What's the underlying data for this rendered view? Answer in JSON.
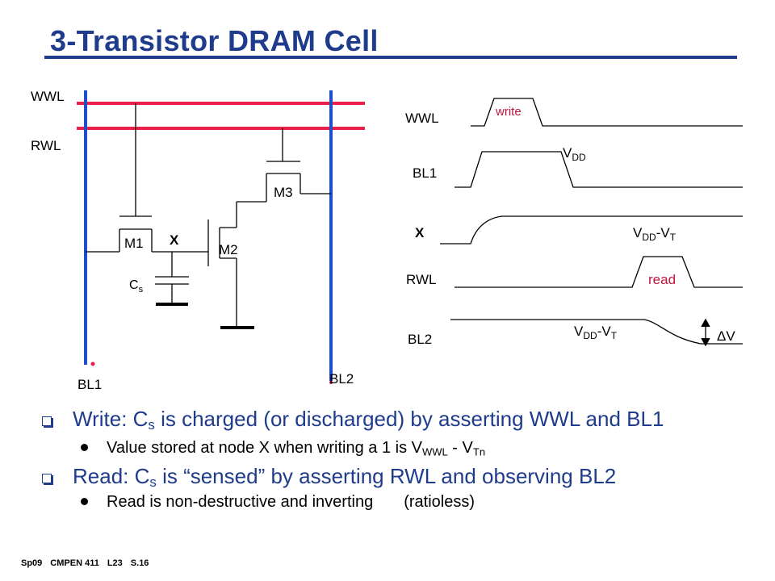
{
  "title": "3-Transistor DRAM Cell",
  "schematic": {
    "wwl": "WWL",
    "rwl": "RWL",
    "bl1": "BL1",
    "bl2": "BL2",
    "m1": "M1",
    "m2": "M2",
    "m3": "M3",
    "node_x": "X",
    "cs_main": "C",
    "cs_sub": "s"
  },
  "timing": {
    "wwl": "WWL",
    "bl1": "BL1",
    "x": "X",
    "rwl": "RWL",
    "bl2": "BL2",
    "write": "write",
    "read": "read",
    "vdd_main": "V",
    "vdd_sub": "DD",
    "vddvt_a_v1": "V",
    "vddvt_a_s1": "DD",
    "vddvt_a_mid": "-V",
    "vddvt_a_s2": "T",
    "vddvt_b_v1": "V",
    "vddvt_b_s1": "DD",
    "vddvt_b_mid": "-V",
    "vddvt_b_s2": "T",
    "delta_v": "ΔV"
  },
  "colors": {
    "title": "#1f3b8c",
    "bitline": "#1f4fc8",
    "wordline": "#e8204a",
    "accent_text": "#c0143c",
    "bullet_text": "#1f3b8c"
  },
  "bullets": [
    {
      "p1": "Write: C",
      "p2": "s",
      "p3": " is charged (or discharged) by asserting WWL and BL1",
      "sub": {
        "p1": "Value stored at node X when writing a 1 is V",
        "p2": "WWL",
        "p3": " - V",
        "p4": "Tn"
      }
    },
    {
      "p1": "Read: C",
      "p2": "s",
      "p3": " is “sensed” by asserting RWL and observing BL2",
      "sub": {
        "p1": "Read is non-destructive and inverting",
        "p2": "(ratioless)"
      }
    }
  ],
  "footer": {
    "course": "Sp09",
    "dept": "CMPEN 411",
    "lecture": "L23",
    "slide": "S.16"
  }
}
